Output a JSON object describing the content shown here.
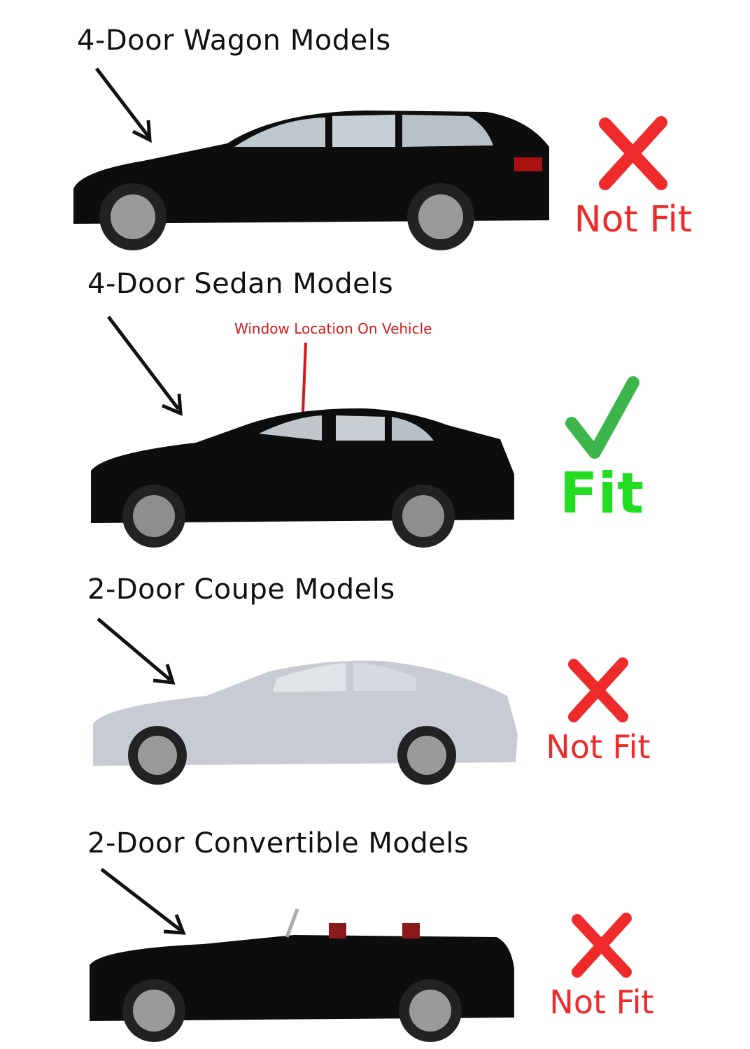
{
  "colors": {
    "not_fit": "#ee2a2a",
    "fit": "#22dd22",
    "check": "#3cb54a",
    "note": "#d11a1a",
    "title": "#111111"
  },
  "models": [
    {
      "title": "4-Door Wagon Models",
      "status": "Not Fit",
      "icon": "x-mark-icon",
      "car_color": "#0d0d0d"
    },
    {
      "title": "4-Door Sedan Models",
      "status": "Fit",
      "icon": "check-mark-icon",
      "car_color": "#0d0d0d",
      "note": "Window Location On Vehicle"
    },
    {
      "title": "2-Door Coupe Models",
      "status": "Not Fit",
      "icon": "x-mark-icon",
      "car_color": "#c9cbd4"
    },
    {
      "title": "2-Door Convertible Models",
      "status": "Not Fit",
      "icon": "x-mark-icon",
      "car_color": "#0d0d0d"
    }
  ]
}
